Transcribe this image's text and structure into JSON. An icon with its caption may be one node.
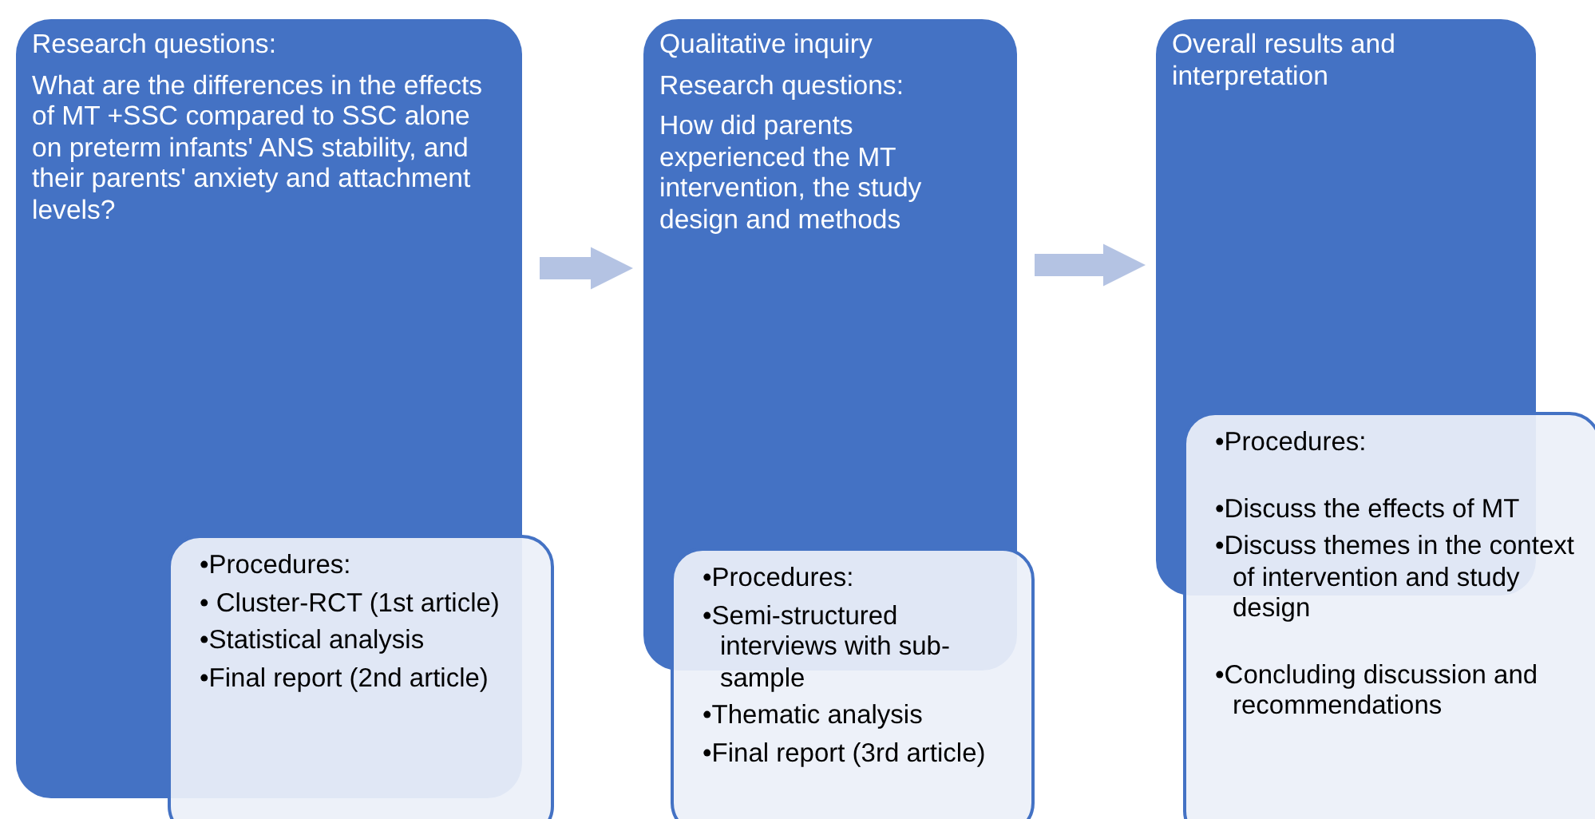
{
  "diagram": {
    "nodes": [
      {
        "text": [
          "Research questions:",
          "What are the differences in the effects of MT +SSC compared to SSC alone on preterm infants' ANS stability, and their parents' anxiety and attachment levels?"
        ]
      },
      {
        "text": [
          "•Procedures:",
          "• Cluster-RCT (1st article)",
          "•Statistical analysis",
          "•Final report (2nd article)"
        ]
      },
      {
        "text": [
          "Qualitative inquiry",
          "Research questions:",
          "How did parents experienced the MT intervention, the study design and methods"
        ]
      },
      {
        "text": [
          "•Procedures:",
          "•Semi-structured interviews with sub-sample",
          "•Thematic analysis",
          "•Final report (3rd article)"
        ]
      },
      {
        "text": [
          "Overall results and interpretation"
        ]
      },
      {
        "text": [
          "•Procedures:",
          "•Discuss the effects of MT",
          "•Discuss themes in the context of intervention and study design",
          "•Concluding discussion and recommendations"
        ]
      }
    ],
    "edges": [
      {
        "from": 0,
        "to": 2,
        "arrow": "to"
      },
      {
        "from": 2,
        "to": 4,
        "arrow": "to"
      }
    ]
  }
}
